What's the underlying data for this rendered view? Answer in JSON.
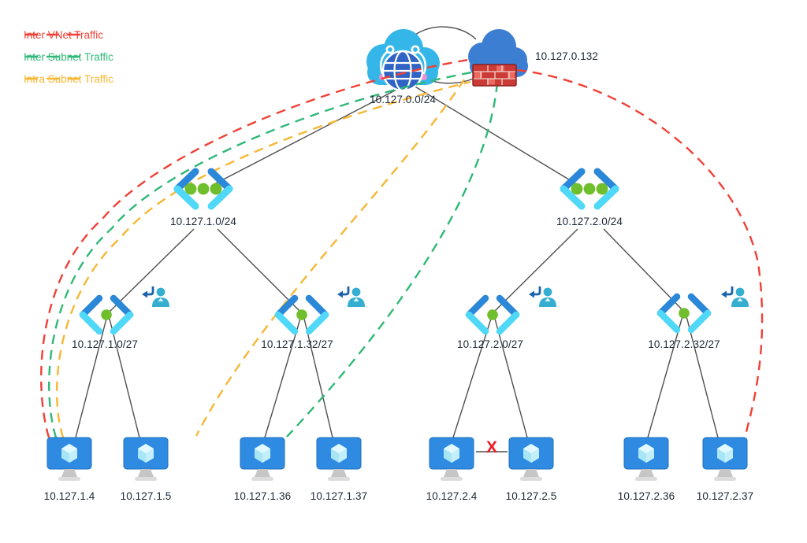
{
  "legend": {
    "items": [
      {
        "id": "inter-vnet",
        "label": "Inter VNet Traffic",
        "color": "#ef4136",
        "line_style": "dashed"
      },
      {
        "id": "inter-subnet",
        "label": "Inter Subnet Traffic",
        "color": "#2fb878",
        "line_style": "dashed"
      },
      {
        "id": "intra-subnet",
        "label": "Intra Subnet Traffic",
        "color": "#f7b733",
        "line_style": "dashed"
      }
    ]
  },
  "hub": {
    "network_label": "10.127.0.0/24",
    "firewall_label": "10.127.0.132"
  },
  "vnets": [
    {
      "label": "10.127.1.0/24"
    },
    {
      "label": "10.127.2.0/24"
    }
  ],
  "subnets": [
    {
      "label": "10.127.1.0/27"
    },
    {
      "label": "10.127.1.32/27"
    },
    {
      "label": "10.127.2.0/27"
    },
    {
      "label": "10.127.2.32/27"
    }
  ],
  "vms": [
    {
      "label": "10.127.1.4"
    },
    {
      "label": "10.127.1.5"
    },
    {
      "label": "10.127.1.36"
    },
    {
      "label": "10.127.1.37"
    },
    {
      "label": "10.127.2.4"
    },
    {
      "label": "10.127.2.5"
    },
    {
      "label": "10.127.2.36"
    },
    {
      "label": "10.127.2.37"
    }
  ],
  "blocked_link": {
    "marker": "X",
    "between": [
      "10.127.2.4",
      "10.127.2.5"
    ]
  },
  "colors": {
    "inter_vnet": "#ef4136",
    "inter_subnet": "#2fb878",
    "intra_subnet": "#f7b733",
    "connector": "#4f4f4f",
    "blocked_x": "#ec1c24",
    "azure_blue": "#2b87d8",
    "azure_cyan": "#4fd8f7",
    "azure_green_dot": "#6fbe2c"
  }
}
